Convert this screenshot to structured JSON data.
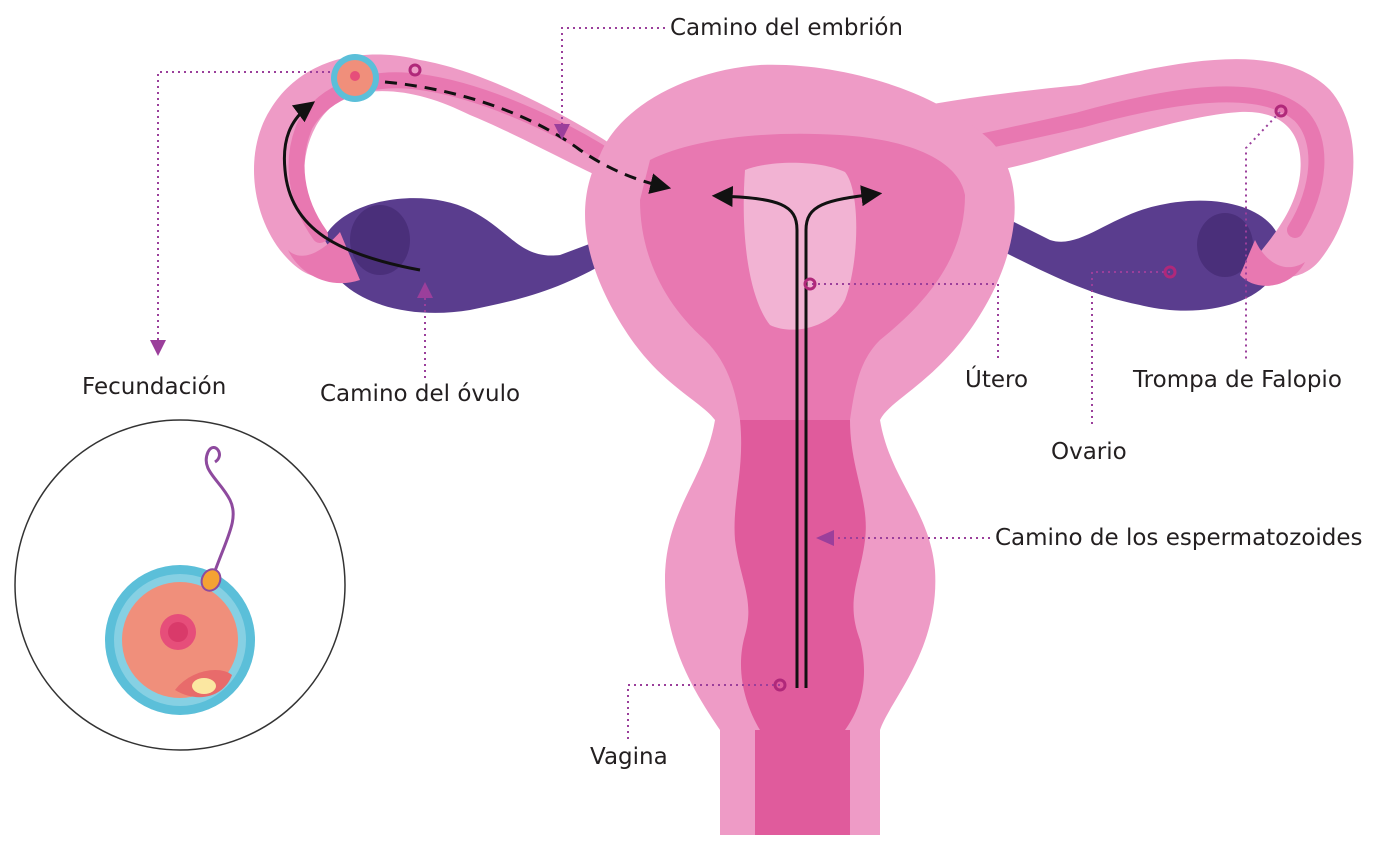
{
  "labels": {
    "embryo_path": "Camino del embrión",
    "fertilization": "Fecundación",
    "ovum_path": "Camino del óvulo",
    "uterus": "Útero",
    "fallopian_tube": "Trompa de Falopio",
    "ovary": "Ovario",
    "sperm_path": "Camino de los espermatozoides",
    "vagina": "Vagina"
  },
  "colors": {
    "uterus_light": "#ee9bc6",
    "uterus_mid": "#e878b1",
    "uterus_deep": "#e05b9c",
    "uterus_core": "#f2b3d3",
    "ovary": "#5a3d8e",
    "ovary_shade": "#4a2f7a",
    "leader_line": "#9b3f9b",
    "marker": "#b0287a",
    "arrow": "#111111",
    "egg_outer": "#5bbfd9",
    "egg_mid": "#f08f7b",
    "egg_nucleus": "#e64e7a",
    "sperm_tail": "#8e4a9e"
  }
}
